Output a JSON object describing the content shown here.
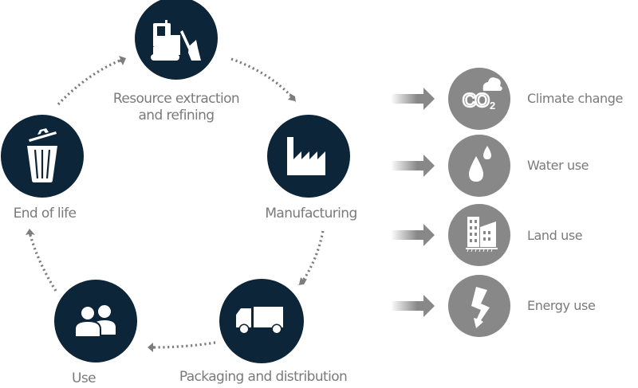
{
  "colors": {
    "stage_circle": "#0d2538",
    "impact_circle": "#888888",
    "icon": "#ffffff",
    "text": "#7a7a7a",
    "dotted_arrow": "#7d7d7d"
  },
  "lifecycle": {
    "stages": [
      {
        "id": "resource-extraction",
        "label_line1": "Resource extraction",
        "label_line2": "and refining",
        "icon": "bulldozer-icon"
      },
      {
        "id": "manufacturing",
        "label_line1": "Manufacturing",
        "icon": "factory-icon"
      },
      {
        "id": "packaging-distribution",
        "label_line1": "Packaging and distribution",
        "icon": "truck-icon"
      },
      {
        "id": "use",
        "label_line1": "Use",
        "icon": "users-icon"
      },
      {
        "id": "end-of-life",
        "label_line1": "End of life",
        "icon": "trash-can-icon"
      }
    ],
    "flow": [
      "resource-extraction",
      "manufacturing",
      "packaging-distribution",
      "use",
      "end-of-life",
      "resource-extraction"
    ]
  },
  "impacts": [
    {
      "id": "climate-change",
      "label": "Climate change",
      "icon": "co2-cloud-icon",
      "icon_text": "CO",
      "icon_subscript": "2"
    },
    {
      "id": "water-use",
      "label": "Water use",
      "icon": "water-drops-icon"
    },
    {
      "id": "land-use",
      "label": "Land use",
      "icon": "buildings-icon"
    },
    {
      "id": "energy-use",
      "label": "Energy use",
      "icon": "lightning-bolt-icon"
    }
  ]
}
